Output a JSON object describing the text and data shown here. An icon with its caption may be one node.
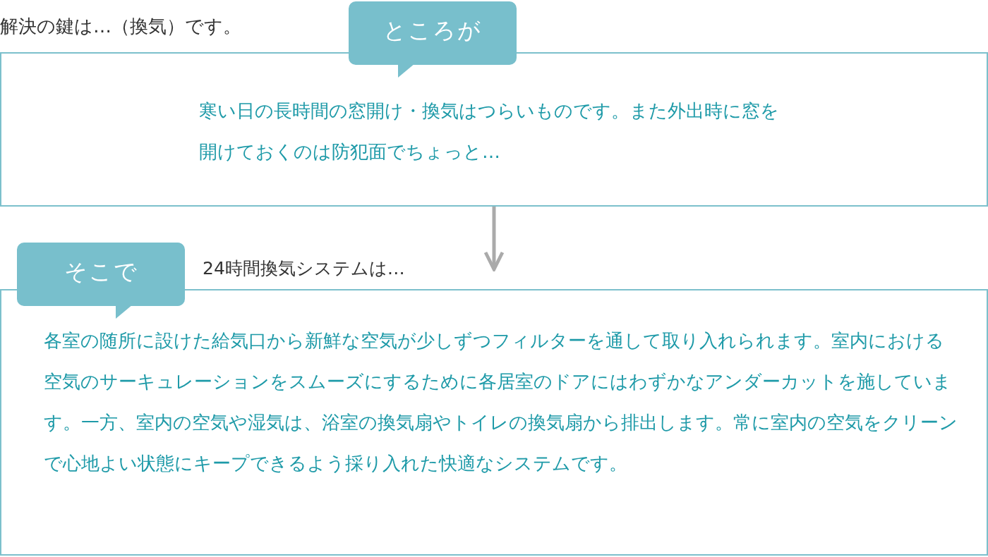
{
  "diagram": {
    "title": "解決の鍵は…（換気）です。",
    "nodes": [
      {
        "text": [
          "ところが",
          "寒い日の長時間の窓開け・換気はつらいものです。また外出時に窓を開けておくのは防犯面でちょっと…"
        ]
      },
      {
        "text": [
          "そこで",
          "24時間換気システムは…",
          "各室の随所に設けた給気口から新鮮な空気が少しずつフィルターを通して取り入れられます。室内における空気のサーキュレーションをスムーズにするために各居室のドアにはわずかなアンダーカットを施しています。一方、室内の空気や湿気は、浴室の換気扇やトイレの換気扇から排出します。常に室内の空気をクリーンで心地よい状態にキープできるよう採り入れた快適なシステムです。"
        ]
      }
    ],
    "edges": [
      {
        "from": 0,
        "to": 1,
        "arrow": "to"
      }
    ]
  }
}
